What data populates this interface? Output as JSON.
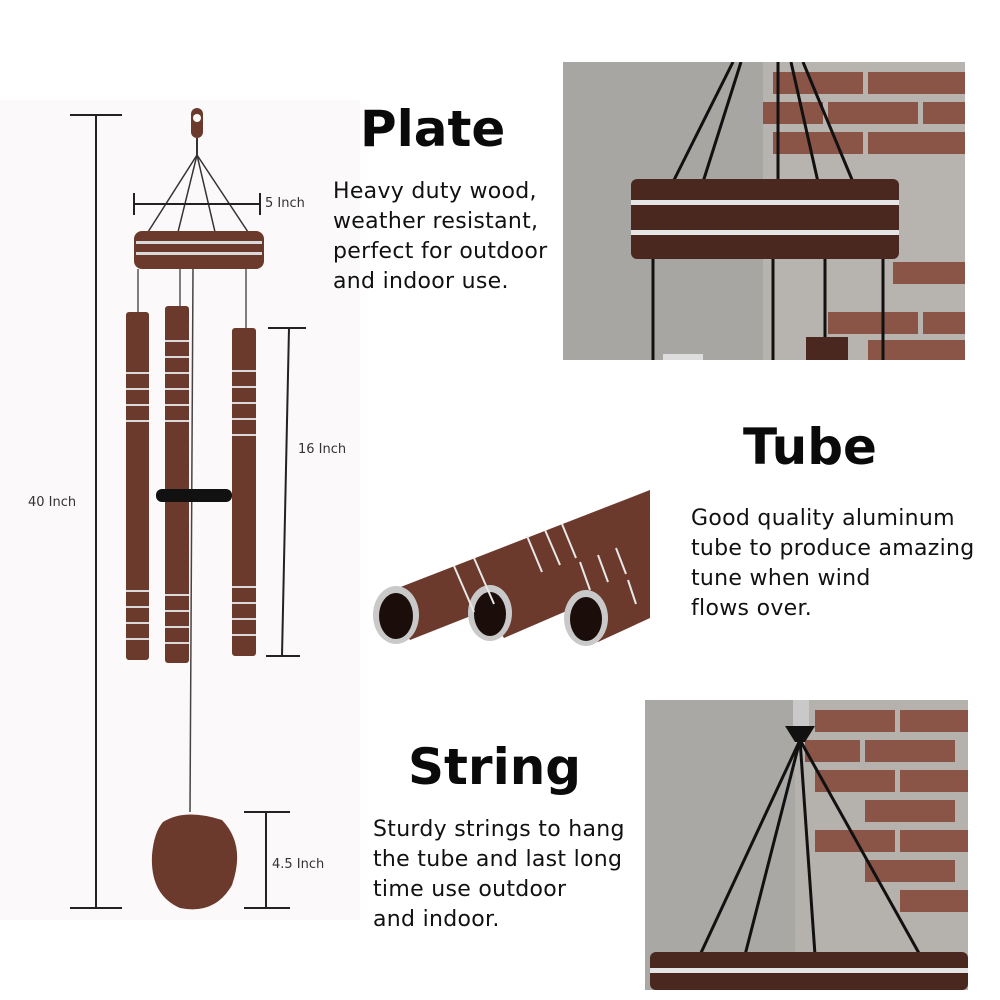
{
  "dimensions": {
    "total": "40 Inch",
    "plate": "5 Inch",
    "tube": "16 Inch",
    "sail": "4.5 Inch"
  },
  "features": {
    "plate": {
      "title": "Plate",
      "lines": [
        "Heavy duty wood,",
        "weather resistant,",
        "perfect for outdoor",
        "and indoor use."
      ]
    },
    "tube": {
      "title": "Tube",
      "lines": [
        "Good quality aluminum",
        "tube to produce amazing",
        "tune when wind",
        "flows over."
      ]
    },
    "string": {
      "title": "String",
      "lines": [
        "Sturdy strings to hang",
        "the tube and last long",
        "time use outdoor",
        "and indoor."
      ]
    }
  },
  "colors": {
    "wood": "#6b3a2c",
    "silver": "#d9d9d9",
    "brick": "#8a5447"
  }
}
